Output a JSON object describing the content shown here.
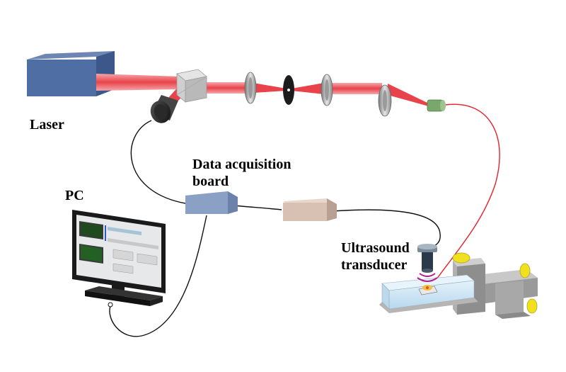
{
  "labels": {
    "laser": "Laser",
    "pc": "PC",
    "daq_line1": "Data acquisition",
    "daq_line2": "board",
    "us_line1": "Ultrasound",
    "us_line2": "transducer"
  },
  "colors": {
    "laser_box": "#4f6ea3",
    "beam": "#e8434a",
    "fiber": "#e8202a",
    "cable": "#111111",
    "daq_box": "#8aa0c4",
    "amp_box": "#d8c0b2",
    "coupler": "#7aa86a",
    "stage": "#9a9a9a",
    "knob": "#f0e020",
    "water": "#cfe6f5",
    "monitor": "#1a1a1a"
  },
  "icons": [
    "laser-source-icon",
    "beam-splitter-icon",
    "photodiode-icon",
    "lens-icon",
    "pinhole-icon",
    "fiber-coupler-icon",
    "monitor-icon",
    "transducer-icon",
    "translation-stage-icon"
  ]
}
